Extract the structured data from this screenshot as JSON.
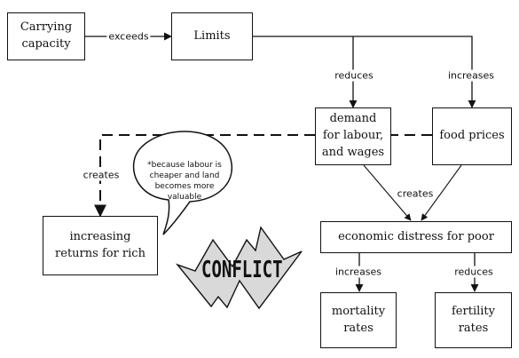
{
  "nodes": {
    "carrying_capacity": "Carrying capacity",
    "limits": "Limits",
    "demand_for_labour": "demand for labour, and wages",
    "food_prices": "food prices",
    "increasing_returns": "increasing returns for rich",
    "economic_distress": "economic distress for poor",
    "mortality_rates": "mortality rates",
    "fertility_rates": "fertility rates"
  },
  "edges": {
    "exceeds": "exceeds",
    "reduces_demand": "reduces",
    "increases_food": "increases",
    "creates_returns": "creates",
    "creates_distress": "creates",
    "increases_mortality": "increases",
    "reduces_fertility": "reduces"
  },
  "note": "*because labour is cheaper and land becomes more valuable",
  "conflict_label": "CONFLICT",
  "colors": {
    "stroke": "#111111",
    "lightning_fill": "#d9d9d9",
    "background": "#ffffff"
  }
}
